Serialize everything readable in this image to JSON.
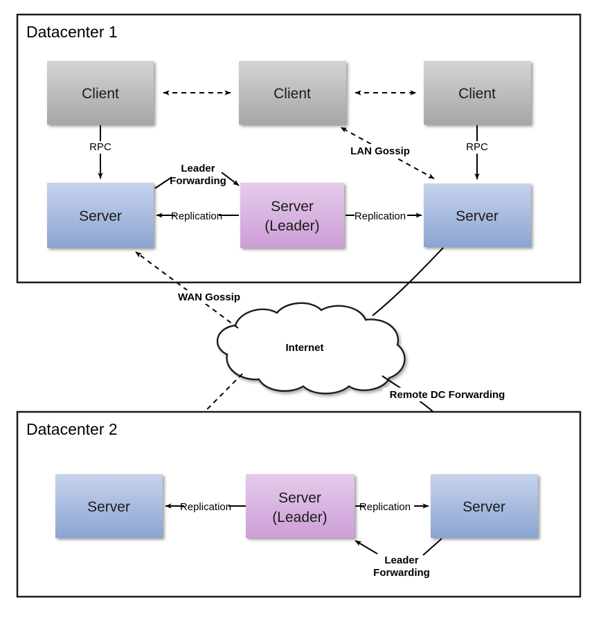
{
  "diagram": {
    "title_hidden": "",
    "zones": [
      {
        "id": "dc1",
        "label": "Datacenter 1"
      },
      {
        "id": "dc2",
        "label": "Datacenter 2"
      }
    ],
    "cloud": {
      "label": "Internet"
    },
    "nodes": {
      "dc1_client_left": "Client",
      "dc1_client_mid": "Client",
      "dc1_client_right": "Client",
      "dc1_server_left": "Server",
      "dc1_server_leader_line1": "Server",
      "dc1_server_leader_line2": "(Leader)",
      "dc1_server_right": "Server",
      "dc2_server_left": "Server",
      "dc2_server_leader_line1": "Server",
      "dc2_server_leader_line2": "(Leader)",
      "dc2_server_right": "Server"
    },
    "edge_labels": {
      "rpc_left": "RPC",
      "rpc_right": "RPC",
      "lan_gossip": "LAN Gossip",
      "wan_gossip": "WAN Gossip",
      "leader_forwarding_dc1_line1": "Leader",
      "leader_forwarding_dc1_line2": "Forwarding",
      "leader_forwarding_dc2_line1": "Leader",
      "leader_forwarding_dc2_line2": "Forwarding",
      "replication_dc1_left": "Replication",
      "replication_dc1_right": "Replication",
      "replication_dc2_left": "Replication",
      "replication_dc2_right": "Replication",
      "remote_dc_forwarding": "Remote DC Forwarding"
    },
    "colors": {
      "client_fill_top": "#d2d2d2",
      "client_fill_bottom": "#a8a8a8",
      "server_fill_top": "#c3d0ea",
      "server_fill_bottom": "#8ba5d2",
      "leader_fill_top": "#e2c6e8",
      "leader_fill_bottom": "#cf9fd8",
      "frame_stroke": "#1a1a1a",
      "edge_stroke": "#000000",
      "background": "#ffffff"
    }
  }
}
